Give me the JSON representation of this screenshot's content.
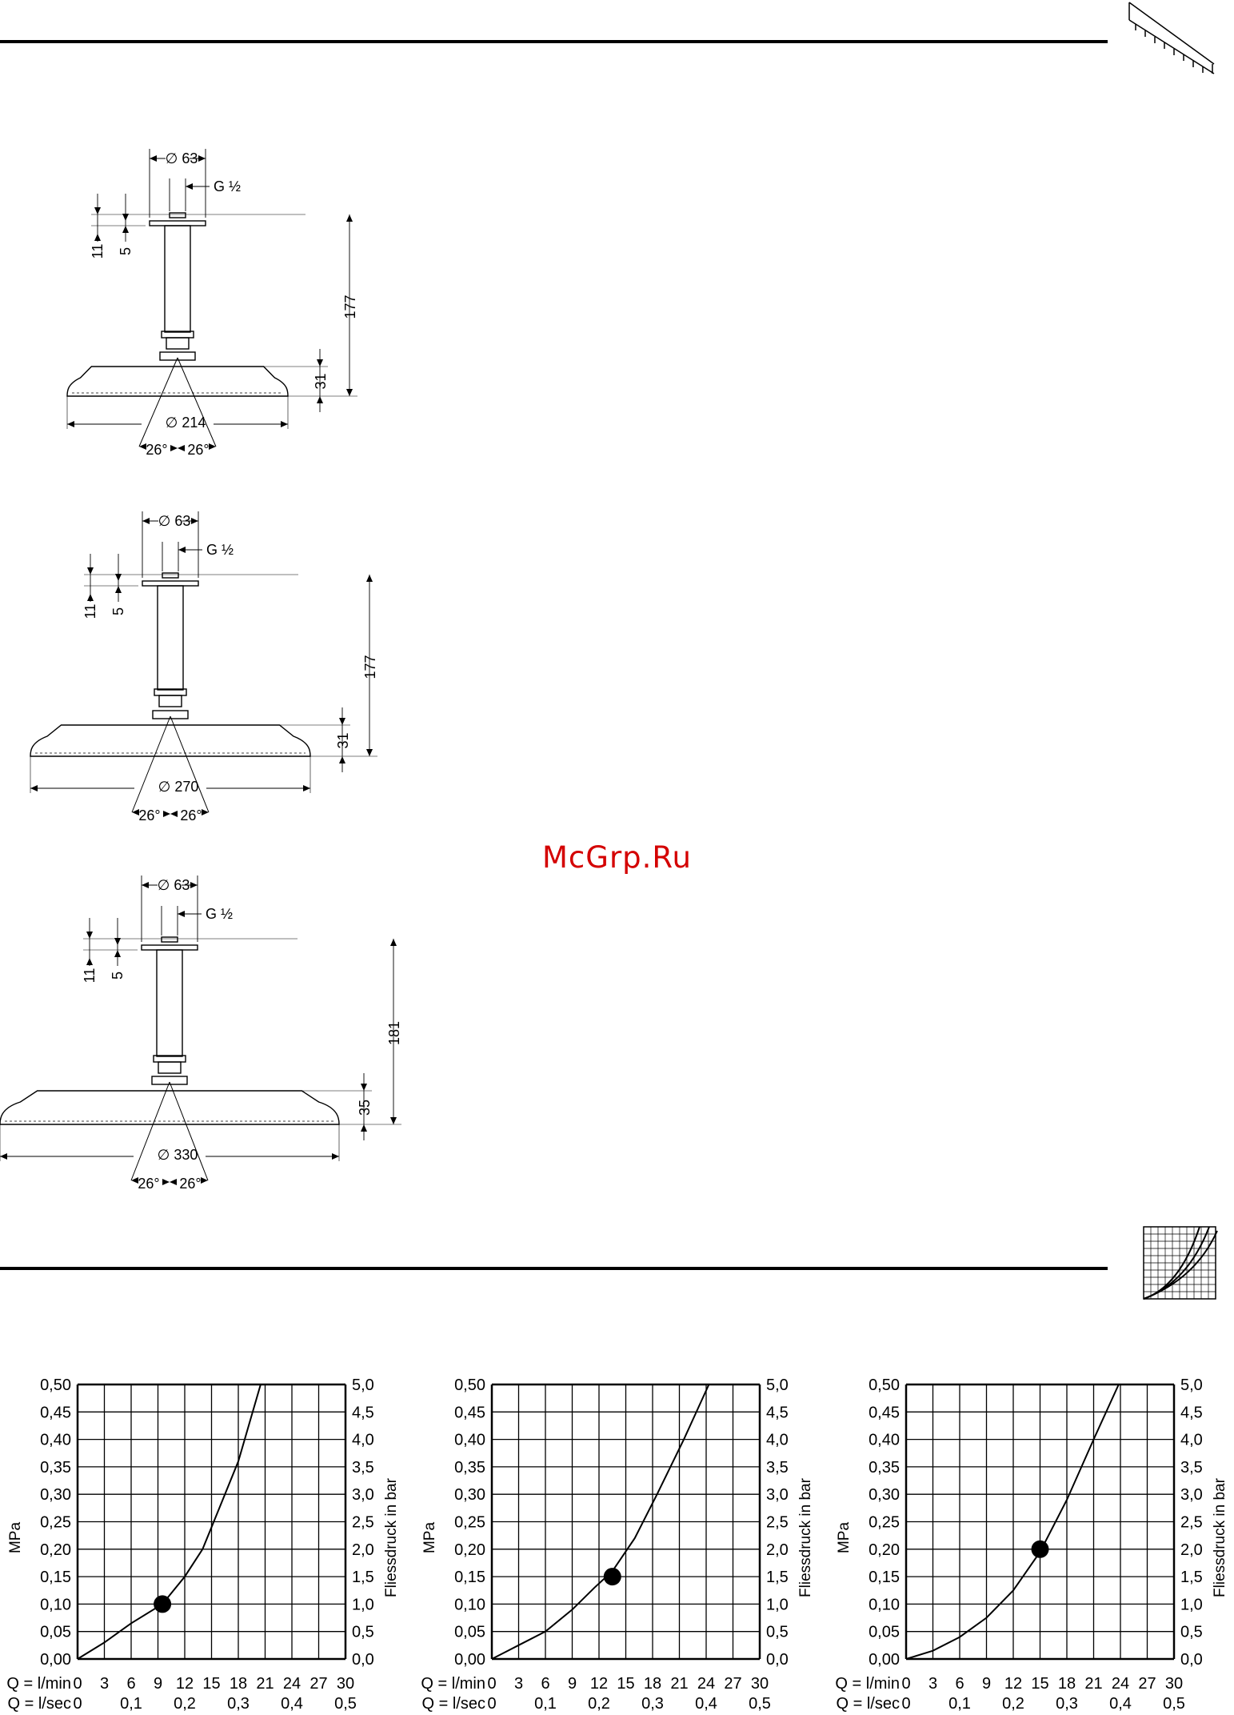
{
  "watermark": "McGrp.Ru",
  "drawings": [
    {
      "d_top": "∅ 63",
      "thread": "G ½",
      "h_flange": "11",
      "h_plate": "5",
      "h_total": "177",
      "h_head": "31",
      "d_head": "∅ 214",
      "angle_l": "26°",
      "angle_r": "26°"
    },
    {
      "d_top": "∅ 63",
      "thread": "G ½",
      "h_flange": "11",
      "h_plate": "5",
      "h_total": "177",
      "h_head": "31",
      "d_head": "∅ 270",
      "angle_l": "26°",
      "angle_r": "26°"
    },
    {
      "d_top": "∅ 63",
      "thread": "G ½",
      "h_flange": "11",
      "h_plate": "5",
      "h_total": "181",
      "h_head": "35",
      "d_head": "∅ 330",
      "angle_l": "26°",
      "angle_r": "26°"
    }
  ],
  "chart_data": [
    {
      "type": "line",
      "ylabel_left": "MPa",
      "ylabel_right": "Fliessdruck in bar",
      "xlabel_1": "Q = l/min",
      "xlabel_2": "Q = l/sec",
      "x_ticks_lmin": [
        "0",
        "3",
        "6",
        "9",
        "12",
        "15",
        "18",
        "21",
        "24",
        "27",
        "30"
      ],
      "x_ticks_lsec": [
        "0",
        "0,1",
        "0,2",
        "0,3",
        "0,4",
        "0,5"
      ],
      "y_ticks_mpa": [
        "0,00",
        "0,05",
        "0,10",
        "0,15",
        "0,20",
        "0,25",
        "0,30",
        "0,35",
        "0,40",
        "0,45",
        "0,50"
      ],
      "y_ticks_bar": [
        "0,0",
        "0,5",
        "1,0",
        "1,5",
        "2,0",
        "2,5",
        "3,0",
        "3,5",
        "4,0",
        "4,5",
        "5,0"
      ],
      "xlim": [
        0,
        30
      ],
      "ylim": [
        0,
        0.5
      ],
      "x": [
        0,
        3,
        6,
        9.5,
        12,
        14,
        16,
        18,
        20.5
      ],
      "y": [
        0,
        0.03,
        0.065,
        0.1,
        0.15,
        0.2,
        0.28,
        0.36,
        0.5
      ],
      "marker": {
        "x": 9.5,
        "y": 0.1
      }
    },
    {
      "type": "line",
      "ylabel_left": "MPa",
      "ylabel_right": "Fliessdruck in bar",
      "xlabel_1": "Q = l/min",
      "xlabel_2": "Q = l/sec",
      "x_ticks_lmin": [
        "0",
        "3",
        "6",
        "9",
        "12",
        "15",
        "18",
        "21",
        "24",
        "27",
        "30"
      ],
      "x_ticks_lsec": [
        "0",
        "0,1",
        "0,2",
        "0,3",
        "0,4",
        "0,5"
      ],
      "y_ticks_mpa": [
        "0,00",
        "0,05",
        "0,10",
        "0,15",
        "0,20",
        "0,25",
        "0,30",
        "0,35",
        "0,40",
        "0,45",
        "0,50"
      ],
      "y_ticks_bar": [
        "0,0",
        "0,5",
        "1,0",
        "1,5",
        "2,0",
        "2,5",
        "3,0",
        "3,5",
        "4,0",
        "4,5",
        "5,0"
      ],
      "xlim": [
        0,
        30
      ],
      "ylim": [
        0,
        0.5
      ],
      "x": [
        0,
        3,
        6,
        9,
        11.5,
        13.5,
        16,
        18.5,
        21.5,
        24.3
      ],
      "y": [
        0,
        0.025,
        0.05,
        0.09,
        0.13,
        0.16,
        0.22,
        0.3,
        0.4,
        0.5
      ],
      "marker": {
        "x": 13.5,
        "y": 0.15
      }
    },
    {
      "type": "line",
      "ylabel_left": "MPa",
      "ylabel_right": "Fliessdruck in bar",
      "xlabel_1": "Q = l/min",
      "xlabel_2": "Q = l/sec",
      "x_ticks_lmin": [
        "0",
        "3",
        "6",
        "9",
        "12",
        "15",
        "18",
        "21",
        "24",
        "27",
        "30"
      ],
      "x_ticks_lsec": [
        "0",
        "0,1",
        "0,2",
        "0,3",
        "0,4",
        "0,5"
      ],
      "y_ticks_mpa": [
        "0,00",
        "0,05",
        "0,10",
        "0,15",
        "0,20",
        "0,25",
        "0,30",
        "0,35",
        "0,40",
        "0,45",
        "0,50"
      ],
      "y_ticks_bar": [
        "0,0",
        "0,5",
        "1,0",
        "1,5",
        "2,0",
        "2,5",
        "3,0",
        "3,5",
        "4,0",
        "4,5",
        "5,0"
      ],
      "xlim": [
        0,
        30
      ],
      "ylim": [
        0,
        0.5
      ],
      "x": [
        0,
        3,
        6,
        9,
        12,
        15,
        18,
        21,
        23.8
      ],
      "y": [
        0,
        0.015,
        0.04,
        0.075,
        0.125,
        0.195,
        0.29,
        0.4,
        0.5
      ],
      "marker": {
        "x": 15,
        "y": 0.2
      }
    }
  ]
}
